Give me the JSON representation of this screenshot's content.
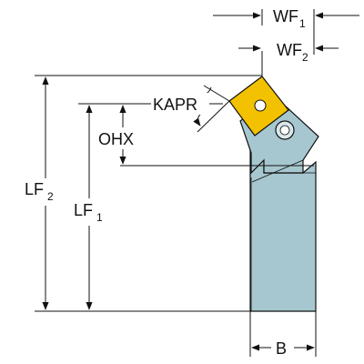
{
  "colors": {
    "holder": "#a6c7cf",
    "insert": "#f2c200",
    "line": "#111111",
    "screw": "#d9e8ec"
  },
  "labels": {
    "wf1_main": "WF",
    "wf1_sub": "1",
    "wf2_main": "WF",
    "wf2_sub": "2",
    "kapr": "KAPR",
    "ohx": "OHX",
    "lf2_main": "LF",
    "lf2_sub": "2",
    "lf1_main": "LF",
    "lf1_sub": "1",
    "b": "B"
  },
  "icons": {
    "insert": "square-insert-icon",
    "screw": "hex-socket-screw-icon"
  }
}
